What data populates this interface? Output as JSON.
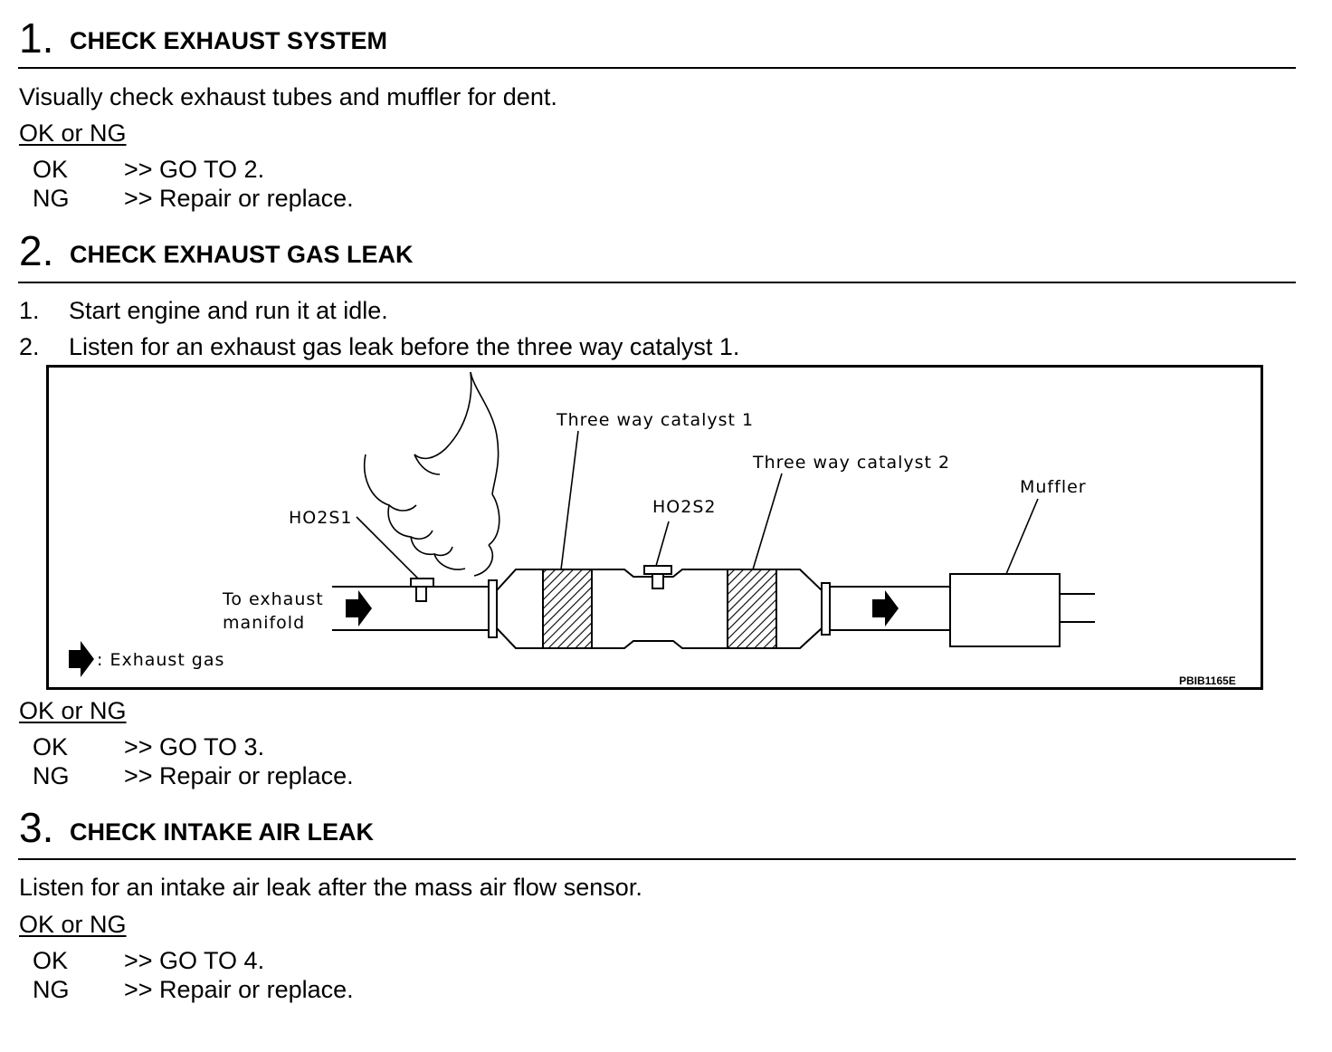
{
  "steps": [
    {
      "number": "1.",
      "title": "CHECK EXHAUST SYSTEM",
      "instruction": "Visually check exhaust tubes and muffler for dent.",
      "okng_heading": "OK or NG",
      "results": [
        {
          "label": "OK",
          "action": ">> GO TO 2."
        },
        {
          "label": "NG",
          "action": ">> Repair or replace."
        }
      ]
    },
    {
      "number": "2.",
      "title": "CHECK EXHAUST GAS LEAK",
      "substeps": [
        {
          "num": "1.",
          "text": "Start engine and run it at idle."
        },
        {
          "num": "2.",
          "text": "Listen for an exhaust gas leak before the three way catalyst 1."
        }
      ],
      "okng_heading": "OK or NG",
      "results": [
        {
          "label": "OK",
          "action": ">> GO TO 3."
        },
        {
          "label": "NG",
          "action": ">> Repair or replace."
        }
      ]
    },
    {
      "number": "3.",
      "title": "CHECK INTAKE AIR LEAK",
      "instruction": "Listen for an intake air leak after the mass air flow sensor.",
      "okng_heading": "OK or NG",
      "results": [
        {
          "label": "OK",
          "action": ">> GO TO 4."
        },
        {
          "label": "NG",
          "action": ">> Repair or replace."
        }
      ]
    }
  ],
  "figure": {
    "labels": {
      "catalyst1": "Three way catalyst 1",
      "catalyst2": "Three way catalyst 2",
      "muffler": "Muffler",
      "ho2s1": "HO2S1",
      "ho2s2": "HO2S2",
      "manifold_line1": "To exhaust",
      "manifold_line2": "manifold",
      "legend": ": Exhaust gas",
      "code": "PBIB1165E"
    },
    "icons": [
      "exhaust-arrow-icon",
      "smoke-cloud-icon"
    ]
  }
}
